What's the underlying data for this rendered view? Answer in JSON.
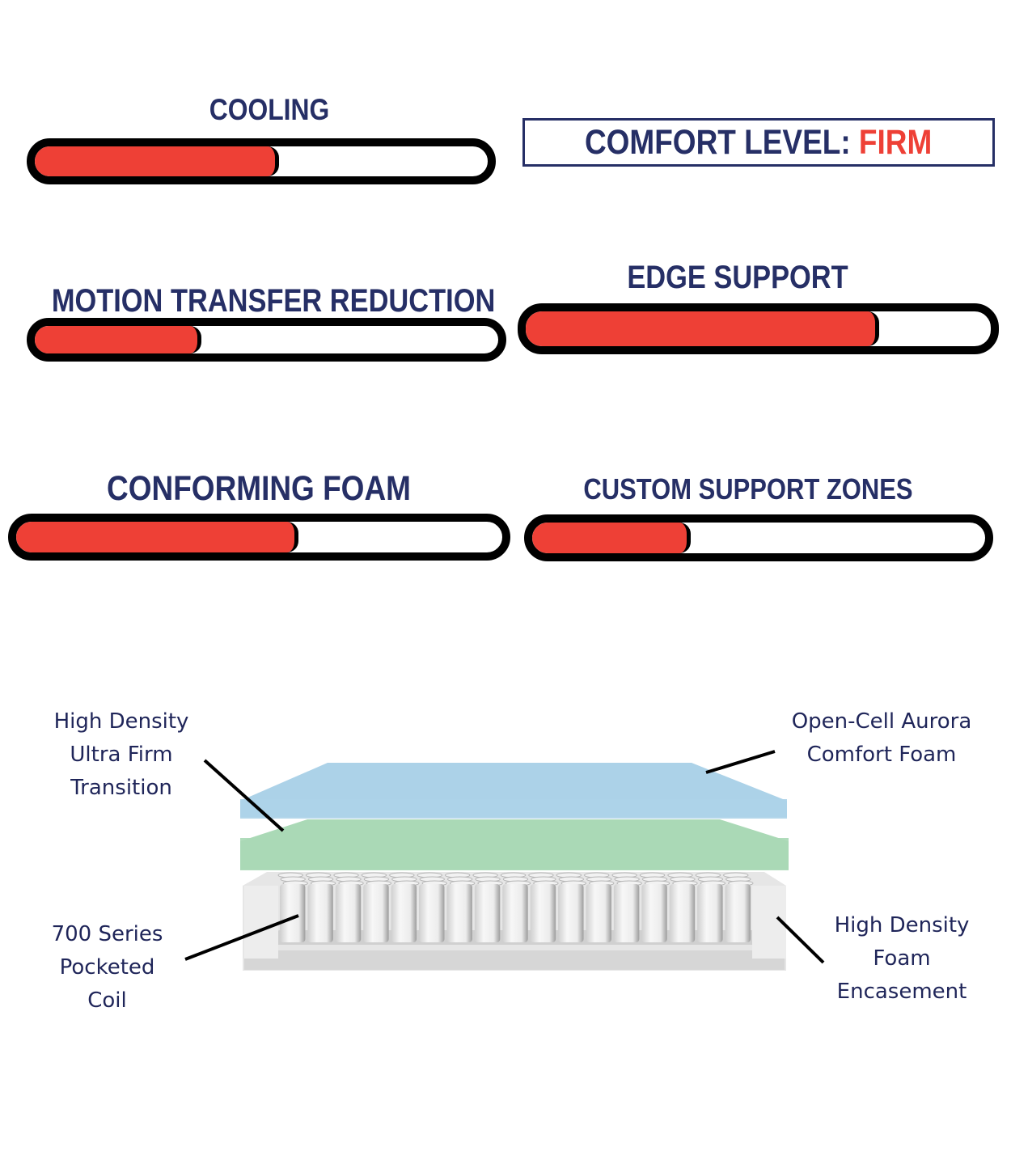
{
  "ratings": [
    {
      "id": "cooling",
      "label": "COOLING",
      "fill_fraction": 0.54
    },
    {
      "id": "motion-transfer-reduction",
      "label": "MOTION TRANSFER REDUCTION",
      "fill_fraction": 0.36
    },
    {
      "id": "edge-support",
      "label": "EDGE SUPPORT",
      "fill_fraction": 0.76
    },
    {
      "id": "conforming-foam",
      "label": "CONFORMING FOAM",
      "fill_fraction": 0.58
    },
    {
      "id": "custom-support-zones",
      "label": "CUSTOM SUPPORT ZONES",
      "fill_fraction": 0.35
    }
  ],
  "comfort": {
    "label": "COMFORT LEVEL:",
    "value": "FIRM"
  },
  "diagram": {
    "labels": {
      "transition": [
        "High Density",
        "Ultra Firm",
        "Transition"
      ],
      "comfort_foam": [
        "Open-Cell Aurora",
        "Comfort Foam"
      ],
      "coil": [
        "700 Series",
        "Pocketed",
        "Coil"
      ],
      "encasement": [
        "High Density",
        "Foam",
        "Encasement"
      ]
    },
    "layers": [
      {
        "name": "Open-Cell Aurora Comfort Foam",
        "color": "#acd2e8"
      },
      {
        "name": "High Density Ultra Firm Transition",
        "color": "#aad9b6"
      },
      {
        "name": "700 Series Pocketed Coil",
        "color": "#efefef"
      },
      {
        "name": "High Density Foam Encasement",
        "color": "#e2e2e2"
      }
    ]
  },
  "colors": {
    "navy": "#262f66",
    "red": "#ee4036",
    "black": "#000000"
  }
}
